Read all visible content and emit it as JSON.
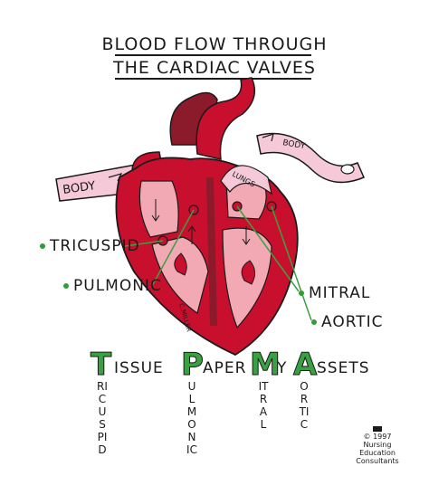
{
  "title": {
    "line1": "BLOOD FLOW THROUGH",
    "line2": "THE CARDIAC VALVES"
  },
  "diagram_labels": {
    "body_left": "BODY",
    "body_right": "BODY",
    "lungs": "LUNGS",
    "artist": "C.MILLER"
  },
  "valves": {
    "tricuspid": "TRICUSPID",
    "pulmonic": "PULMONIC",
    "mitral": "MITRAL",
    "aortic": "AORTIC"
  },
  "mnemonic": {
    "words": [
      {
        "initial": "T",
        "rest": "ISSUE",
        "vertical": "RICUSPID"
      },
      {
        "initial": "P",
        "rest": "APER",
        "vertical": "ULMONIC"
      },
      {
        "initial": "M",
        "rest": "Y",
        "vertical": "ITRAL"
      },
      {
        "initial": "A",
        "rest": "SSETS",
        "vertical": "ORTIC"
      }
    ]
  },
  "credit": {
    "line1": "© 1997",
    "line2": "Nursing",
    "line3": "Education",
    "line4": "Consultants"
  },
  "colors": {
    "heart_red": "#c8102e",
    "dark_red": "#8b1a2b",
    "chamber_pink": "#f2a9b4",
    "vessel_pink": "#f6c9d8",
    "leader_green": "#3aa142"
  }
}
